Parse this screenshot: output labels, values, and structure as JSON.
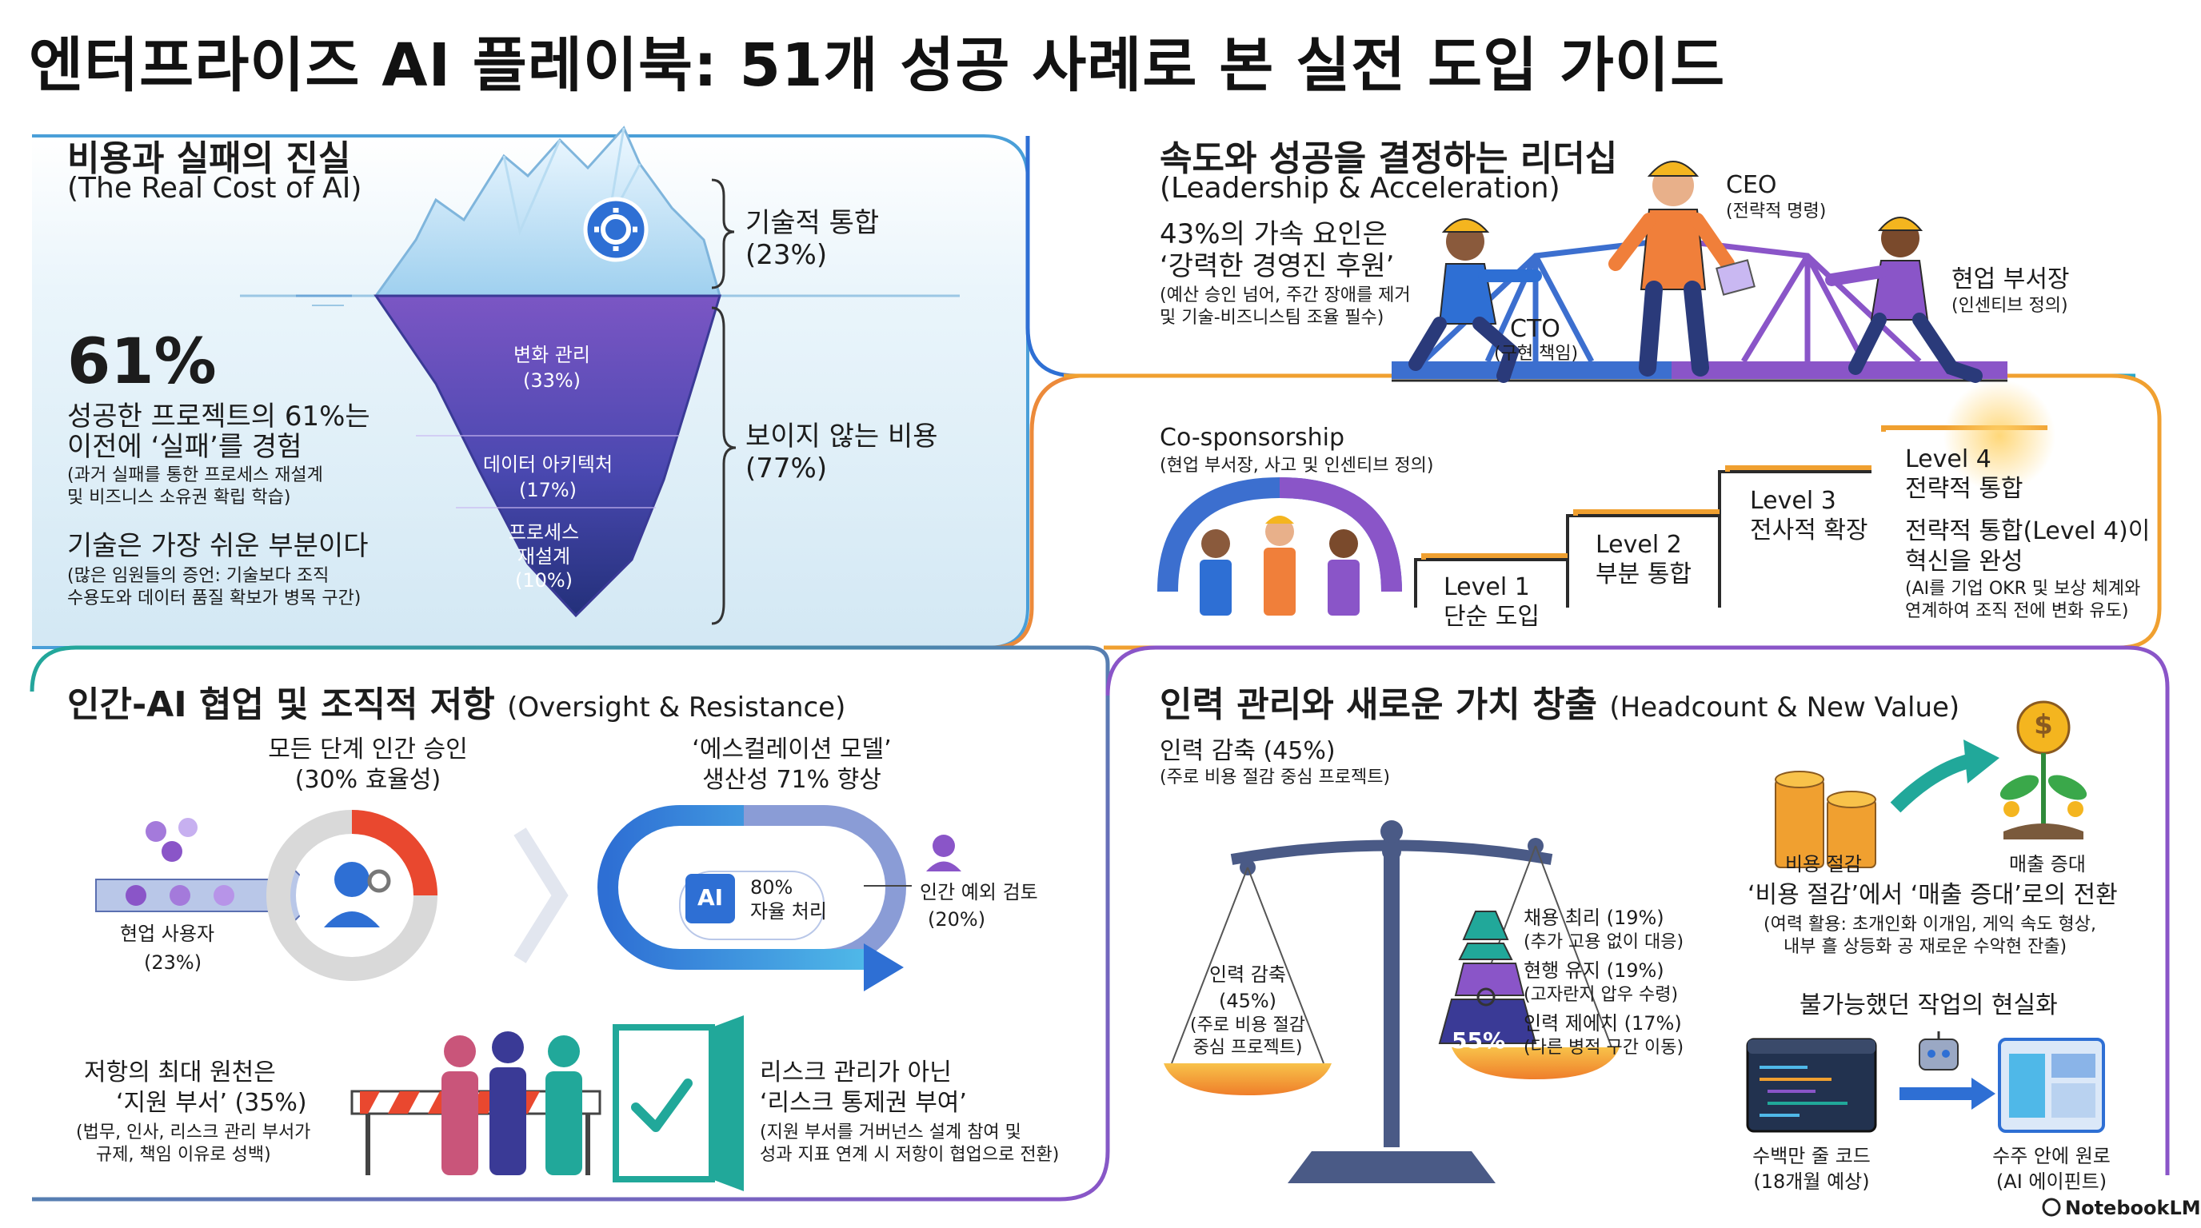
{
  "title": "엔터프라이즈 AI 플레이북: 51개 성공 사례로 본 실전 도입 가이드",
  "colors": {
    "blue": "#2e6fd4",
    "orange": "#f0a030",
    "teal": "#21a89a",
    "purple": "#8a55c8",
    "navy": "#2a3a7a"
  },
  "cost": {
    "heading": "비용과 실패의 진실",
    "subheading": "(The Real Cost of AI)",
    "stat": "61%",
    "stat_line1": "성공한 프로젝트의 61%는",
    "stat_line2": "이전에 ‘실패’를 경험",
    "stat_note1": "(과거 실패를 통한 프로세스 재설계",
    "stat_note2": "및 비즈니스 소유권 확립 학습)",
    "tech_title": "기술은 가장 쉬운 부분이다",
    "tech_note1": "(많은 임원들의 증언: 기술보다 조직",
    "tech_note2": "수용도와 데이터 품질 확보가 병목 구간)",
    "above_label": "기술적 통합",
    "above_pct": "(23%)",
    "below_label": "보이지 않는 비용",
    "below_pct": "(77%)",
    "layer1": "변화 관리",
    "layer1_pct": "(33%)",
    "layer2": "데이터 아키텍처",
    "layer2_pct": "(17%)",
    "layer3a": "프로세스",
    "layer3b": "재설계",
    "layer3_pct": "(10%)",
    "icon": "gear-icon"
  },
  "leadership": {
    "heading": "속도와 성공을 결정하는 리더십",
    "subheading": "(Leadership & Acceleration)",
    "factor_line1": "43%의 가속 요인은",
    "factor_line2": "‘강력한 경영진 후원’",
    "note1": "(예산 승인 넘어, 주간 장애를 제거",
    "note2": "및 기술-비즈니스팀 조율 필수)",
    "cto": "CTO",
    "cto_role": "(구현 책임)",
    "ceo": "CEO",
    "ceo_role": "(전략적 명령)",
    "vp": "현업 부서장",
    "vp_role": "(인센티브 정의)"
  },
  "maturity": {
    "cosponsor": "Co-sponsorship",
    "cosponsor_note": "(현업 부서장, 사고 및 인센티브 정의)",
    "levels": [
      {
        "name": "Level 1",
        "desc": "단순 도입"
      },
      {
        "name": "Level 2",
        "desc": "부분 통합"
      },
      {
        "name": "Level 3",
        "desc": "전사적 확장"
      },
      {
        "name": "Level 4",
        "desc": "전략적 통합"
      }
    ],
    "l4_title1": "전략적 통합(Level 4)이",
    "l4_title2": "혁신을 완성",
    "l4_note1": "(AI를 기업 OKR 및 보상 체계와",
    "l4_note2": "연계하여 조직 전에 변화 유도)"
  },
  "human": {
    "heading": "인간-AI 협업 및 조직적 저항",
    "heading_en": "(Oversight & Resistance)",
    "approve_line1": "모든 단계 인간 승인",
    "approve_line2": "(30% 효율성)",
    "user_label": "현업 사용자",
    "user_pct": "(23%)",
    "esc_line1": "‘에스컬레이션 모델’",
    "esc_line2": "생산성 71% 향상",
    "ai_chip": "AI",
    "auto_pct": "80%",
    "auto_label": "자율 처리",
    "exc_label": "인간 예외 검토",
    "exc_pct": "(20%)",
    "resist_line1": "저항의 최대 원천은",
    "resist_line2": "‘지원 부서’ (35%)",
    "resist_note1": "(법무, 인사, 리스크 관리 부서가",
    "resist_note2": "규제, 책임 이유로 성백)",
    "risk_line1": "리스크 관리가 아닌",
    "risk_line2": "‘리스크 통제권 부여’",
    "risk_note1": "(지원 부서를 거버넌스 설계 참여 및",
    "risk_note2": "성과 지표 연계 시 저항이 협업으로 전환)"
  },
  "headcount": {
    "heading": "인력 관리와 새로운 가치 창출",
    "heading_en": "(Headcount & New Value)",
    "reduce_top": "인력 감축 (45%)",
    "reduce_note": "(주로 비용 절감 중심 프로젝트)",
    "pan_label": "인력 감축",
    "pan_pct": "(45%)",
    "pan_note1": "(주로 비용 절감",
    "pan_note2": "중심 프로젝트)",
    "weight_pct": "55%",
    "w1": "채용 최리 (19%)",
    "w1_note": "(추가 고용 없이 대응)",
    "w2": "현행 유지 (19%)",
    "w2_note": "(고자란지 압우 수령)",
    "w3": "인력 제에치 (17%)",
    "w3_note": "(다른 병적 구간 이동)",
    "cost_cut": "비용 절감",
    "revenue": "매출 증대",
    "shift_title": "‘비용 절감’에서 ‘매출 증대’로의 전환",
    "shift_note1": "(여력 활용: 초개인화 이개임, 게익 속도 형상,",
    "shift_note2": "내부 흘 상등화 공 재로운 수악현 잔출)",
    "imp_title": "불가능했던 작업의 현실화",
    "code_line1": "수백만 줄 코드",
    "code_line2": "(18개월 예상)",
    "agent_line1": "수주 안에 원로",
    "agent_line2": "(AI 에이핀트)",
    "dollar": "$"
  },
  "footer": "NotebookLM"
}
